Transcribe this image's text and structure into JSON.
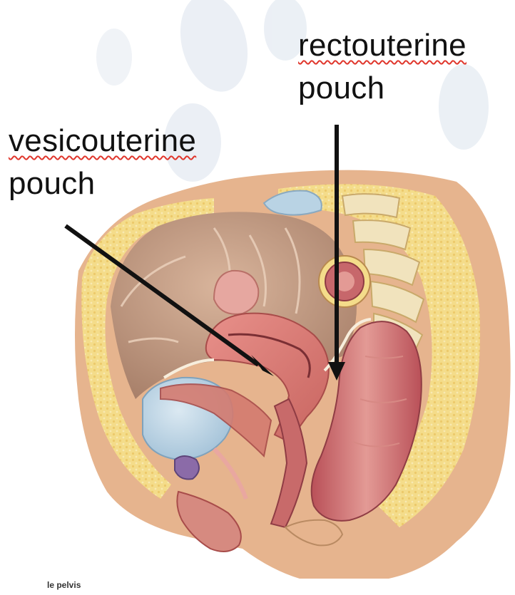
{
  "labels": {
    "rectouterine_line1": "rectouterine",
    "rectouterine_line2": "pouch",
    "vesicouterine_line1": "vesicouterine",
    "vesicouterine_line2": "pouch"
  },
  "caption": "le pelvis",
  "colors": {
    "skin": "#e6b48e",
    "fat": "#f4dc8a",
    "uterus": "#d97a72",
    "bladder": "#b9d3e4",
    "rectum": "#c9646a",
    "peritoneum": "#f7eedd",
    "cavity": "#c59f86",
    "arrow": "#111111",
    "spellcheck_underline": "#e0362c"
  }
}
